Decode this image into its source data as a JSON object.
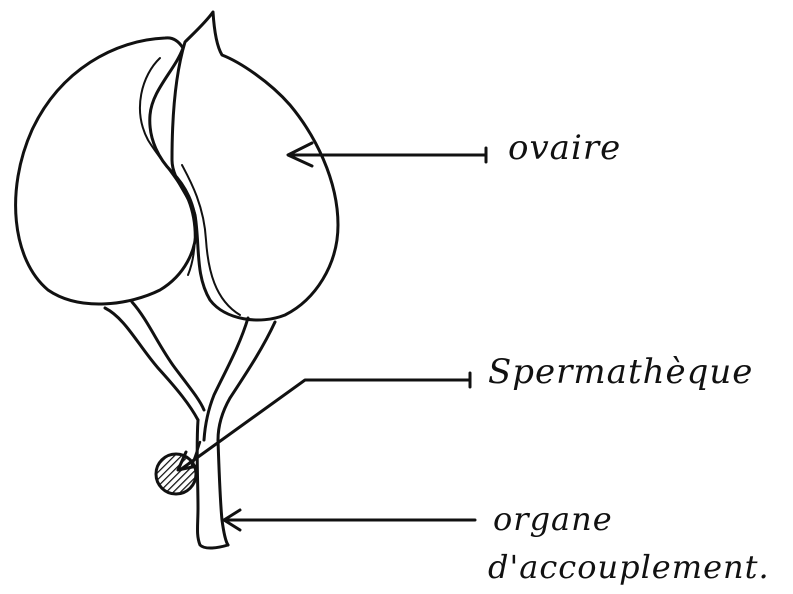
{
  "labels": {
    "ovaire": "ovaire",
    "spermatheque": "Spermathèque",
    "organe_line1": "organe",
    "organe_line2": "d'accouplement."
  },
  "colors": {
    "ink": "#111111",
    "background": "#ffffff"
  }
}
